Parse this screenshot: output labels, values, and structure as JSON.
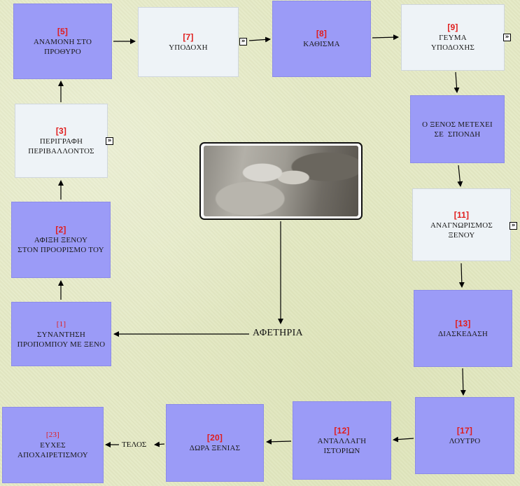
{
  "start_label": "ΑΦΕΤΗΡΙΑ",
  "end_label": "ΤΕΛΟΣ",
  "link_icon": "double-chevron-right-icon",
  "colors": {
    "blue_box": "#9b9bf7",
    "light_box": "#eef3f7",
    "number": "#e01c1c"
  },
  "nodes": {
    "n1": {
      "num": "[1]",
      "lines": [
        "ΣΥΝΑΝΤΗΣΗ",
        "ΠΡΟΠΟΜΠΟΥ ΜΕ ΞΕΝΟ"
      ]
    },
    "n2": {
      "num": "[2]",
      "lines": [
        "ΑΦΙΞΗ ΞΕΝΟΥ",
        "ΣΤΟΝ ΠΡΟΟΡΙΣΜΟ ΤΟΥ"
      ]
    },
    "n3": {
      "num": "[3]",
      "lines": [
        "ΠΕΡΙΓΡΑΦΗ",
        "ΠΕΡΙΒΑΛΛΟΝΤΟΣ"
      ]
    },
    "n5": {
      "num": "[5]",
      "lines": [
        "ΑΝΑΜΟΝΗ ΣΤΟ",
        "ΠΡΟΘΥΡΟ"
      ]
    },
    "n7": {
      "num": "[7]",
      "lines": [
        "ΥΠΟΔΟΧΗ"
      ]
    },
    "n8": {
      "num": "[8]",
      "lines": [
        "ΚΑΘΙΣΜΑ"
      ]
    },
    "n9": {
      "num": "[9]",
      "lines": [
        "ΓΕΥΜΑ",
        "ΥΠΟΔΟΧΗΣ"
      ]
    },
    "n10": {
      "num": "",
      "lines": [
        "Ο ΞΕΝΟΣ ΜΕΤΕΧΕΙ",
        "ΣΕ  ΣΠΟΝΔΗ"
      ]
    },
    "n11": {
      "num": "[11]",
      "lines": [
        "ΑΝΑΓΝΩΡΙΣΜΟΣ",
        "ΞΕΝΟΥ"
      ]
    },
    "n13": {
      "num": "[13]",
      "lines": [
        "ΔΙΑΣΚΕΔΑΣΗ"
      ]
    },
    "n17": {
      "num": "[17]",
      "lines": [
        "ΛΟΥΤΡΟ"
      ]
    },
    "n12": {
      "num": "[12]",
      "lines": [
        "ΑΝΤΑΛΛΑΓΗ",
        "ΙΣΤΟΡΙΩΝ"
      ]
    },
    "n20": {
      "num": "[20]",
      "lines": [
        "ΔΩΡΑ ΞΕΝΙΑΣ"
      ]
    },
    "n23": {
      "num": "[23]",
      "lines": [
        "ΕΥΧΕΣ",
        "ΑΠΟΧΑΙΡΕΤΙΣΜΟΥ"
      ]
    }
  }
}
